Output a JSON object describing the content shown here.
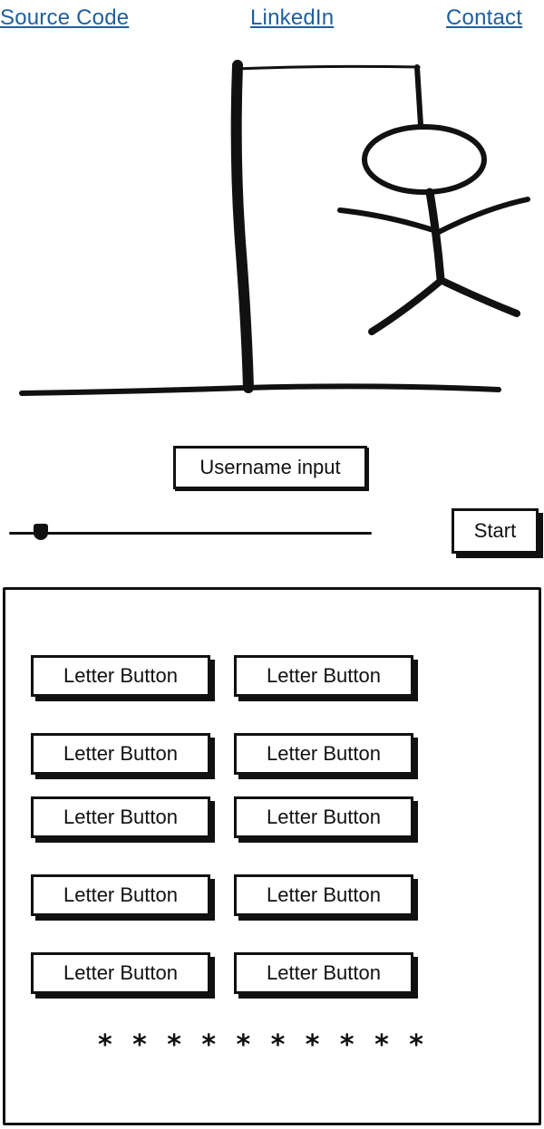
{
  "nav": {
    "source_code": "Source Code",
    "linkedin": "LinkedIn",
    "contact": "Contact"
  },
  "username": {
    "placeholder": "Username input"
  },
  "difficulty_slider": {
    "level": 0.07
  },
  "start_label": "Start",
  "letters": [
    "Letter Button",
    "Letter Button",
    "Letter Button",
    "Letter Button",
    "Letter Button",
    "Letter Button",
    "Letter Button",
    "Letter Button",
    "Letter Button",
    "Letter Button"
  ],
  "hidden_word": "* * * * * * * * * *",
  "colors": {
    "link": "#1f5f9e",
    "ink": "#111111",
    "background": "#ffffff"
  }
}
